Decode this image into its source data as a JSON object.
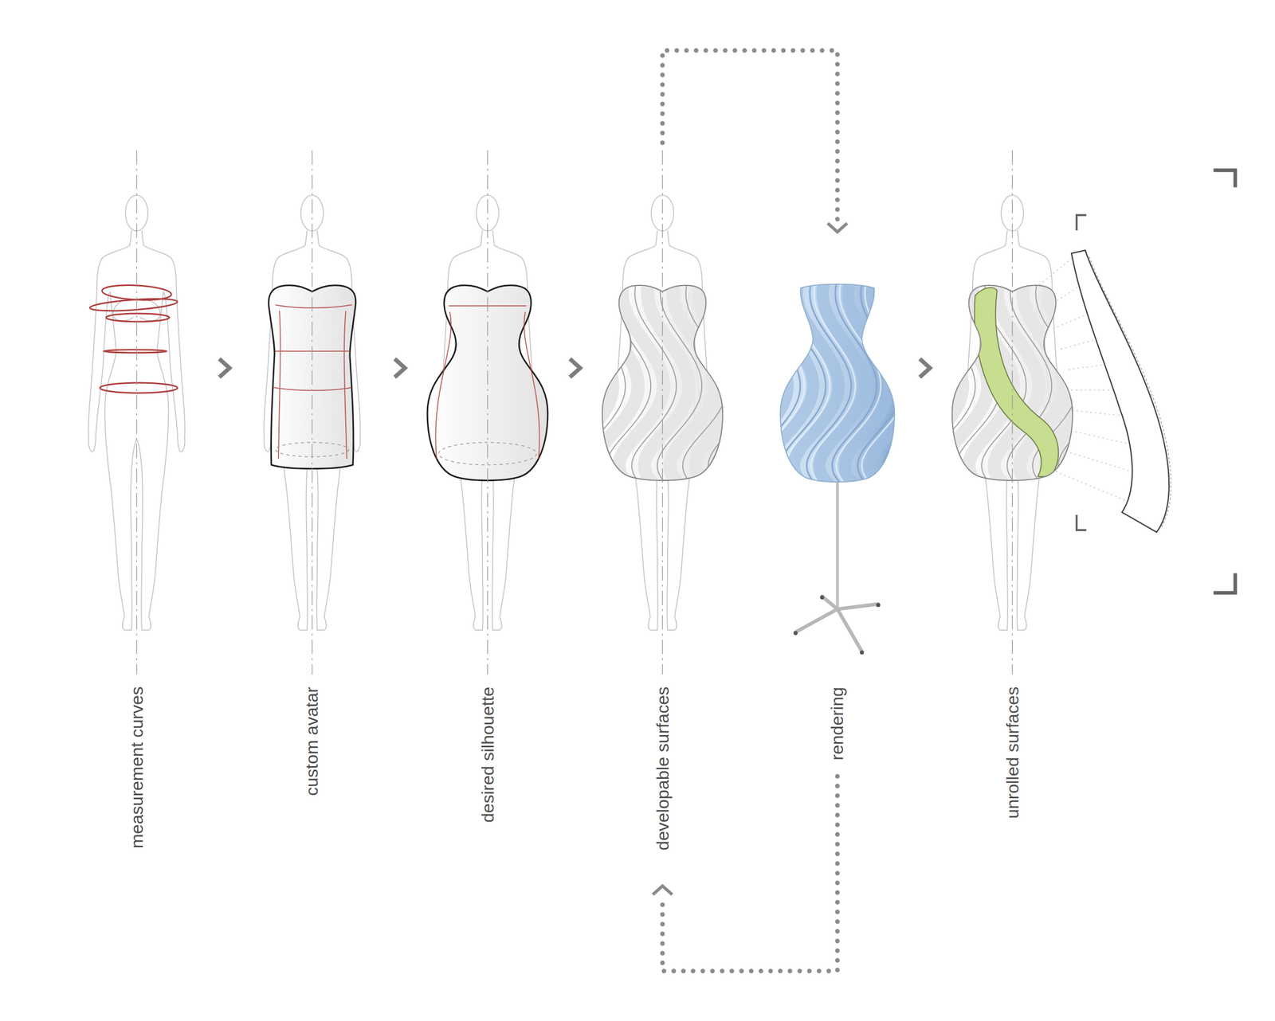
{
  "diagram": {
    "nodes": [
      {
        "text": [
          "measurement curves"
        ]
      },
      {
        "text": [
          "custom avatar"
        ]
      },
      {
        "text": [
          "desired silhouette"
        ]
      },
      {
        "text": [
          "developable surfaces"
        ]
      },
      {
        "text": [
          "rendering"
        ]
      },
      {
        "text": [
          "unrolled surfaces"
        ]
      }
    ],
    "edges": [
      {
        "from": 0,
        "to": 1,
        "arrow": "to"
      },
      {
        "from": 1,
        "to": 2,
        "arrow": "to"
      },
      {
        "from": 2,
        "to": 3,
        "arrow": "to"
      },
      {
        "from": 3,
        "to": 4,
        "arrow": "to"
      },
      {
        "from": 4,
        "to": 3,
        "arrow": "to"
      },
      {
        "from": 4,
        "to": 5,
        "arrow": "to"
      }
    ]
  }
}
